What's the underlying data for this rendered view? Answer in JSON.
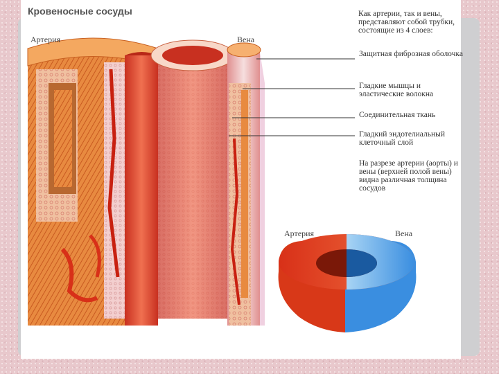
{
  "title": "Кровеносные сосуды",
  "labels": {
    "artery": "Артерия",
    "vein": "Вена"
  },
  "intro": "Как артерии, так и вены, представляют собой трубки, состоящие из 4 слоев:",
  "layers": [
    "Защитная фиброзная оболочка",
    "Гладкие мышцы и эластические волокна",
    "Соединительная ткань",
    "Гладкий эндотелиальный клеточный слой"
  ],
  "section_note": "На разрезе артерии (аорты) и вены (верхней полой вены) видна различная толщина сосудов",
  "ring_labels": {
    "artery": "Артерия",
    "vein": "Вена"
  },
  "colors": {
    "artery": "#e0401e",
    "vein": "#4a9ee0",
    "tissue": "#f0a060"
  }
}
